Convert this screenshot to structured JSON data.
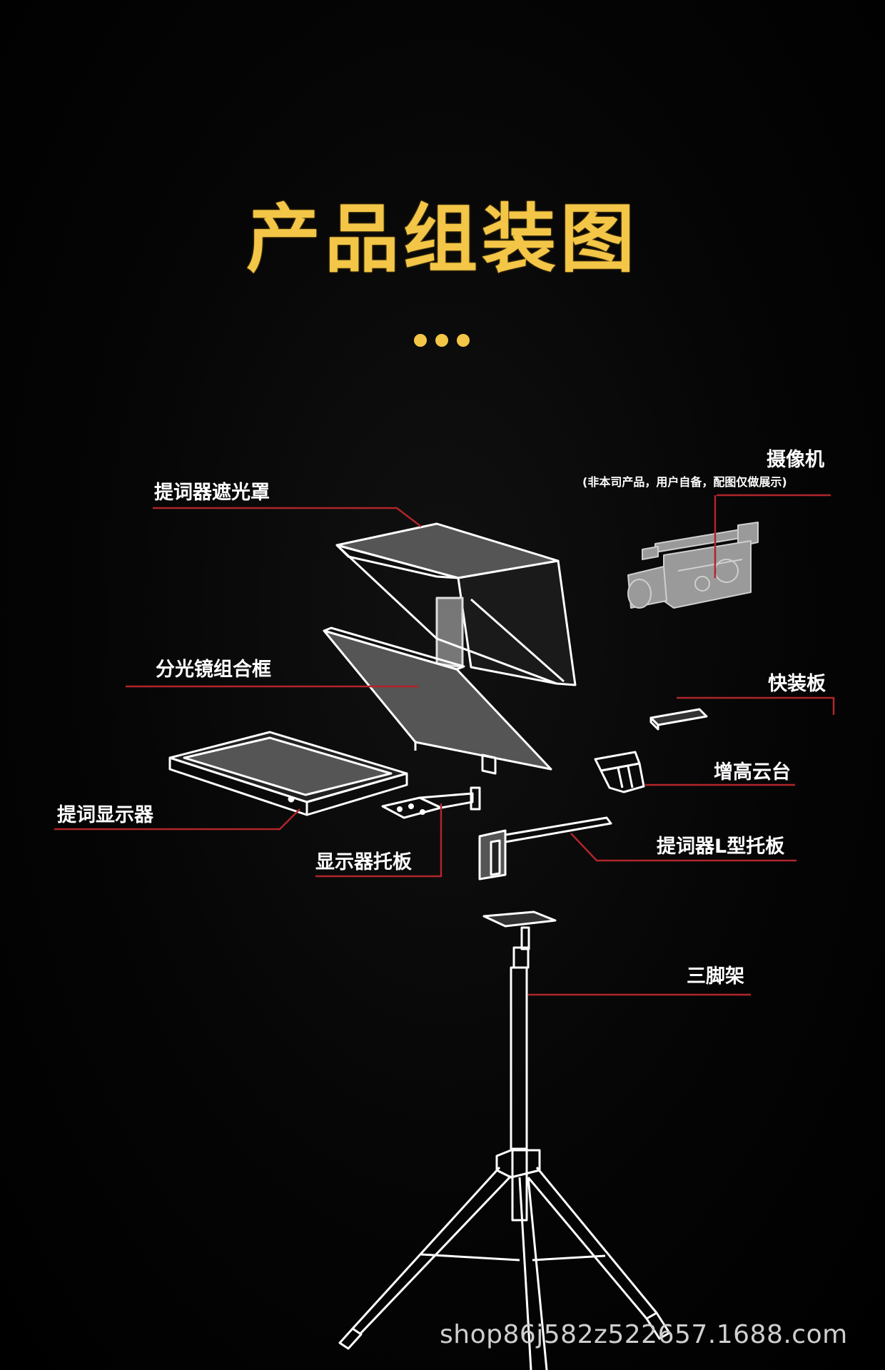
{
  "header": {
    "title": "产品组装图"
  },
  "labels": {
    "hood": "提词器遮光罩",
    "camera": "摄像机",
    "camera_note": "(非本司产品，用户自备，配图仅做展示)",
    "beamsplitter": "分光镜组合框",
    "quick_plate": "快装板",
    "riser_head": "增高云台",
    "monitor": "提词显示器",
    "monitor_tray": "显示器托板",
    "l_bracket": "提词器L型托板",
    "tripod": "三脚架"
  },
  "watermark": "shop86j582z522657.1688.com",
  "colors": {
    "title": "#f3c647",
    "leader_line": "#b0252b",
    "outline": "#ffffff",
    "glass": "#5a5a5a"
  }
}
